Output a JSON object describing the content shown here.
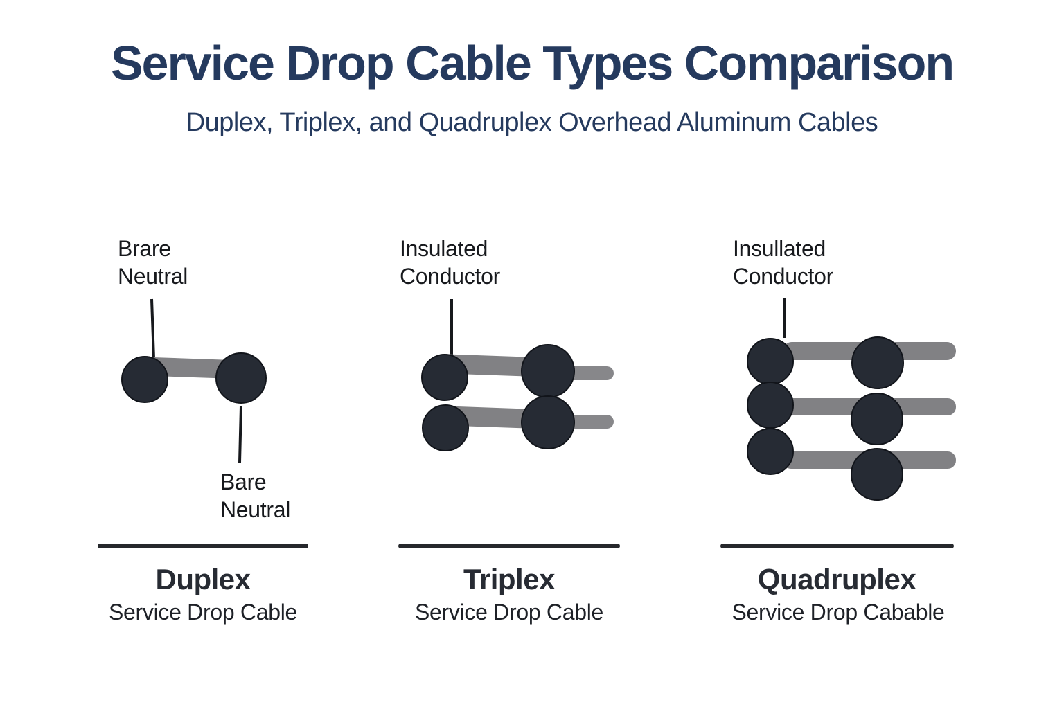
{
  "title": "Service Drop Cable Types Comparison",
  "subtitle": "Duplex, Triplex, and Quadruplex Overhead Aluminum Cables",
  "sections": [
    {
      "id": "duplex",
      "name": "Duplex",
      "caption": "Service Drop Cable",
      "annotation_top": {
        "line1": "Brare",
        "line2": "Neutral"
      },
      "annotation_bottom": {
        "line1": "Bare",
        "line2": "Neutral"
      },
      "conductor_count": 2
    },
    {
      "id": "triplex",
      "name": "Triplex",
      "caption": "Service Drop Cable",
      "annotation_top": {
        "line1": "Insulated",
        "line2": "Conductor"
      },
      "conductor_count": 3
    },
    {
      "id": "quadruplex",
      "name": "Quadruplex",
      "caption": "Service Drop Cabable",
      "annotation_top": {
        "line1": "Insullated",
        "line2": "Conductor"
      },
      "conductor_count": 4
    }
  ],
  "colors": {
    "title_navy": "#253a5e",
    "annotation_text": "#17191d",
    "conductor_fill": "#262b34",
    "conductor_stroke": "#11141a",
    "cable_gray": "#818184",
    "cable_gray_light": "#87878a",
    "leader_line": "#17191d",
    "divider": "#26282c",
    "background": "#ffffff"
  }
}
